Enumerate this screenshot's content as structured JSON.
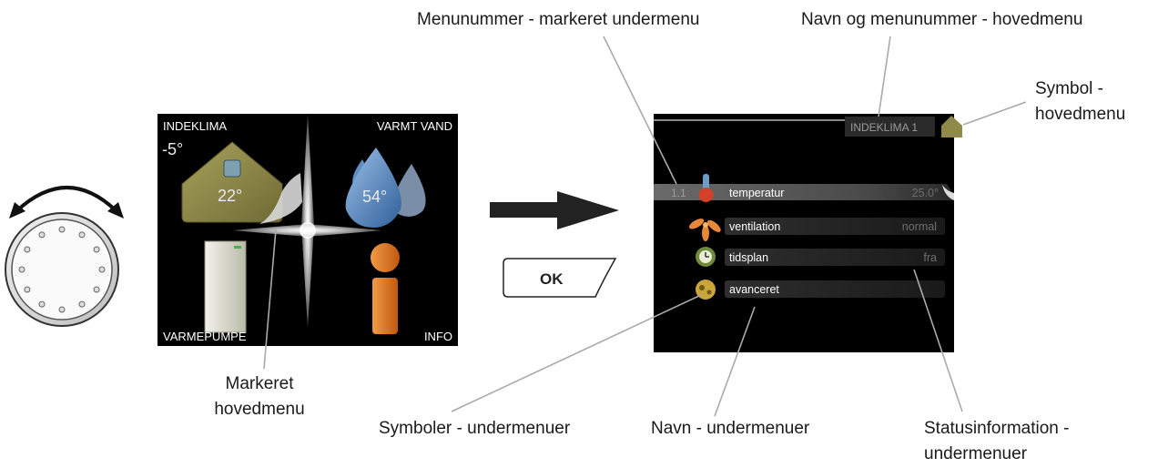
{
  "main_menu": {
    "indeklima_label": "INDEKLIMA",
    "varmt_vand_label": "VARMT VAND",
    "varmepumpe_label": "VARMEPUMPE",
    "info_label": "INFO",
    "outdoor_temp": "-5°",
    "indoor_temp": "22°",
    "water_temp": "54°"
  },
  "ok_button": {
    "label": "OK"
  },
  "submenu_screen": {
    "header_title": "INDEKLIMA 1",
    "selected_number": "1.1",
    "items": [
      {
        "name": "temperatur",
        "status": "25.0°",
        "icon": "thermometer-icon"
      },
      {
        "name": "ventilation",
        "status": "normal",
        "icon": "fan-icon"
      },
      {
        "name": "tidsplan",
        "status": "fra",
        "icon": "clock-icon"
      },
      {
        "name": "avanceret",
        "status": "",
        "icon": "advanced-settings-icon"
      }
    ]
  },
  "callouts": {
    "menu_number": "Menunummer - markeret undermenu",
    "name_number_main": "Navn og menunummer - hovedmenu",
    "symbol_main_line1": "Symbol -",
    "symbol_main_line2": "hovedmenu",
    "marked_main_line1": "Markeret",
    "marked_main_line2": "hovedmenu",
    "symbols_sub": "Symboler - undermenuer",
    "names_sub": "Navn - undermenuer",
    "status_line1": "Statusinformation -",
    "status_line2": "undermenuer"
  },
  "colors": {
    "house_green": "#8f8a4a",
    "water_blue": "#5d8fc3",
    "info_orange": "#e0761c",
    "thermometer_red": "#d4402a",
    "fan_orange": "#e8873a",
    "clock_green": "#6f8a3a",
    "screen_bg": "#000000"
  }
}
